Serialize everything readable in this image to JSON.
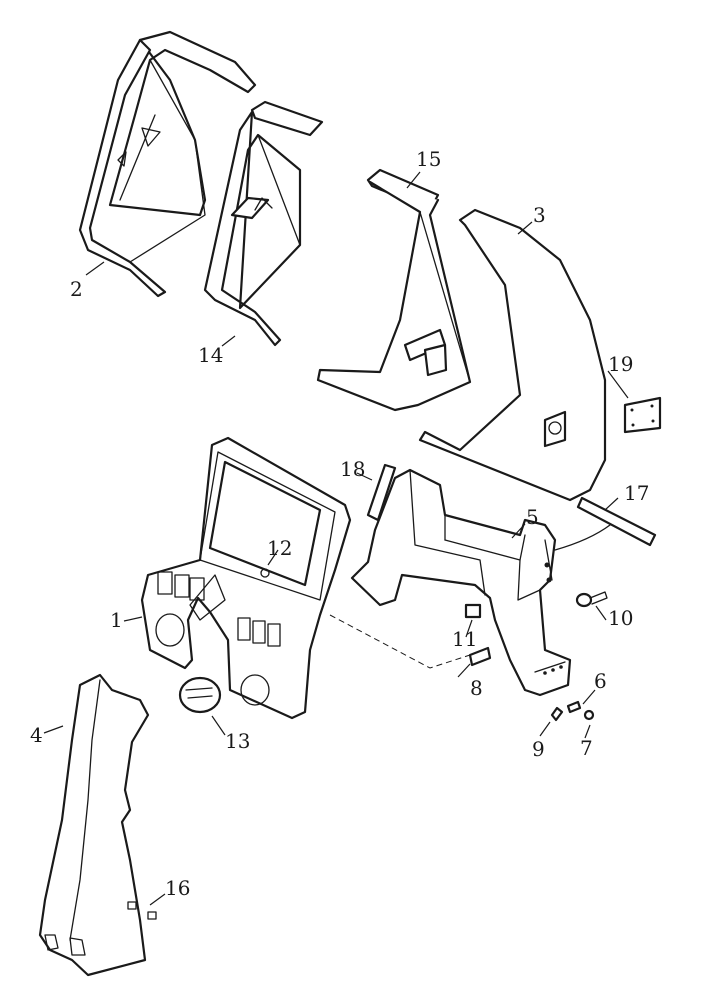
{
  "callouts": [
    "1",
    "2",
    "3",
    "4",
    "5",
    "6",
    "7",
    "8",
    "9",
    "10",
    "11",
    "12",
    "13",
    "14",
    "15",
    "16",
    "17",
    "18",
    "19"
  ],
  "colors": {
    "line": "#1a1a1a",
    "background": "#ffffff"
  }
}
